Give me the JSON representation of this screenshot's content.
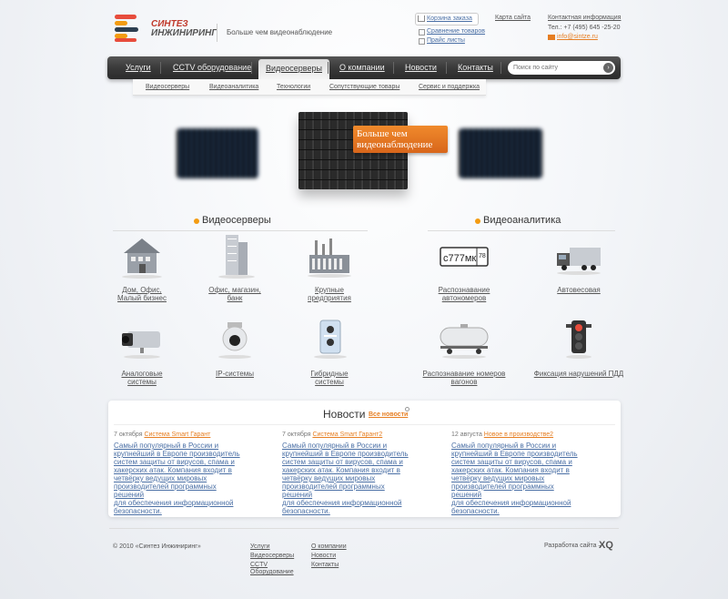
{
  "header": {
    "logo_line1": "СИНТЕЗ",
    "logo_line2": "ИНЖИНИРИНГ",
    "tagline": "Больше чем видеонаблюдение",
    "cart": "Корзина заказа",
    "compare": "Сравнение товаров",
    "pricelists": "Прайс листы",
    "sitemap": "Карта сайта",
    "contacts_title": "Контактная информация",
    "phone": "Тел.: +7 (495) 645 -25-20",
    "email": "info@sintze.ru"
  },
  "nav": {
    "items": [
      "Услуги",
      "CCTV оборудование",
      "Видеосерверы",
      "О компании",
      "Новости",
      "Контакты"
    ],
    "search_placeholder": "Поиск по сайту",
    "search_btn": "›"
  },
  "subnav": {
    "items": [
      "Видеосерверы",
      "Видеоаналитика",
      "Технологии",
      "Сопутствующие товары",
      "Сервис и поддержка"
    ]
  },
  "hero": {
    "badge_line1": "Больше чем",
    "badge_line2": "видеонаблюдение"
  },
  "sections": {
    "videoservers": {
      "title": "Видеосерверы",
      "tiles": [
        {
          "l1": "Дом, Офис,",
          "l2": "Малый бизнес",
          "icon": "house-icon"
        },
        {
          "l1": "Офис, магазин,",
          "l2": "банк",
          "icon": "office-building-icon"
        },
        {
          "l1": "Крупные",
          "l2": "предприятия",
          "icon": "factory-icon"
        },
        {
          "l1": "Аналоговые",
          "l2": "системы",
          "icon": "analog-camera-icon"
        },
        {
          "l1": "IP-системы",
          "l2": "",
          "icon": "dome-camera-icon"
        },
        {
          "l1": "Гибридные",
          "l2": "системы",
          "icon": "hybrid-camera-icon"
        }
      ]
    },
    "videoanalytics": {
      "title": "Видеоаналитика",
      "tiles": [
        {
          "l1": "Распознавание",
          "l2": "автономеров",
          "icon": "license-plate-icon"
        },
        {
          "l1": "Автовесовая",
          "l2": "",
          "icon": "truck-icon"
        },
        {
          "l1": "Распознавание номеров",
          "l2": "вагонов",
          "icon": "rail-tank-icon"
        },
        {
          "l1": "Фиксация нарушений ПДД",
          "l2": "",
          "icon": "traffic-light-icon"
        }
      ],
      "plate_text": "с777мк",
      "plate_region": "78"
    }
  },
  "news": {
    "title": "Новости",
    "all": "Все новости",
    "items": [
      {
        "date": "7 октября",
        "source": "Система Smart Гарант",
        "text": [
          "Самый популярный в России и",
          "крупнейший в Европе производитель",
          "систем защиты от вирусов, спама и",
          "хакерских атак. Компания входит в",
          "четвёрку ведущих мировых",
          "производителей программных решений",
          "для обеспечения информационной",
          "безопасности."
        ]
      },
      {
        "date": "7 октября",
        "source": "Система Smart Гарант2",
        "text": [
          "Самый популярный в России и",
          "крупнейший в Европе производитель",
          "систем защиты от вирусов, спама и",
          "хакерских атак. Компания входит в",
          "четвёрку ведущих мировых",
          "производителей программных решений",
          "для обеспечения информационной",
          "безопасности."
        ]
      },
      {
        "date": "12 августа",
        "source": "Новое в производстве2",
        "text": [
          "Самый популярный в России и",
          "крупнейший в Европе производитель",
          "систем защиты от вирусов, спама и",
          "хакерских атак. Компания входит в",
          "четвёрку ведущих мировых",
          "производителей программных решений",
          "для обеспечения информационной",
          "безопасности."
        ]
      }
    ]
  },
  "footer": {
    "copyright": "© 2010 «Синтез Инжиниринг»",
    "col1": [
      "Услуги",
      "Видеосерверы",
      "CCTV",
      "Оборудование"
    ],
    "col2": [
      "О компании",
      "Новости",
      "Контакты"
    ],
    "dev": "Разработка сайта –",
    "dev_logo": "XQ"
  },
  "colors": {
    "accent": "#e67e22",
    "brand_red": "#c0392b",
    "nav_dark": "#2b2b2b"
  }
}
